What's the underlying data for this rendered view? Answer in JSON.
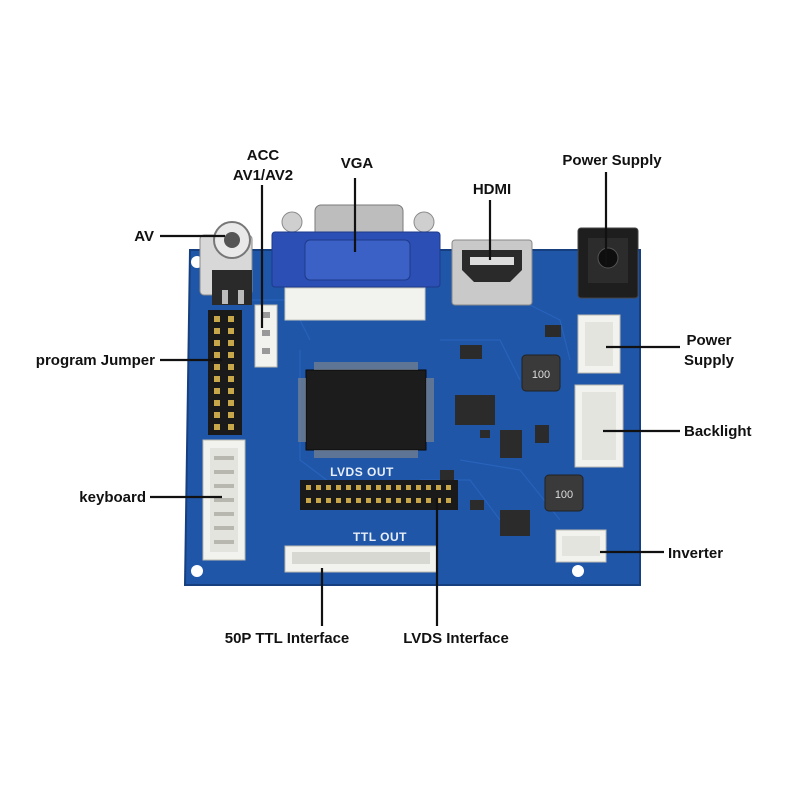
{
  "labels": {
    "acc_line1": "ACC",
    "acc_line2": "AV1/AV2",
    "vga": "VGA",
    "hdmi": "HDMI",
    "power_supply_top": "Power Supply",
    "av": "AV",
    "power_supply_right_line1": "Power",
    "power_supply_right_line2": "Supply",
    "program_jumper": "program Jumper",
    "backlight": "Backlight",
    "keyboard": "keyboard",
    "inverter": "Inverter",
    "ttl_interface": "50P TTL Interface",
    "lvds_interface": "LVDS Interface"
  },
  "silkscreen": {
    "lvds_out": "LVDS OUT",
    "ttl_out": "TTL OUT",
    "inductor_1": "100",
    "inductor_2": "100"
  },
  "colors": {
    "board": "#1f56a8",
    "board_dark": "#163f80",
    "connector_white": "#f2f2ee",
    "vga_blue": "#2c4fb5",
    "metal": "#c9c9c9",
    "chip": "#1c1c1c",
    "leader": "#111111"
  }
}
